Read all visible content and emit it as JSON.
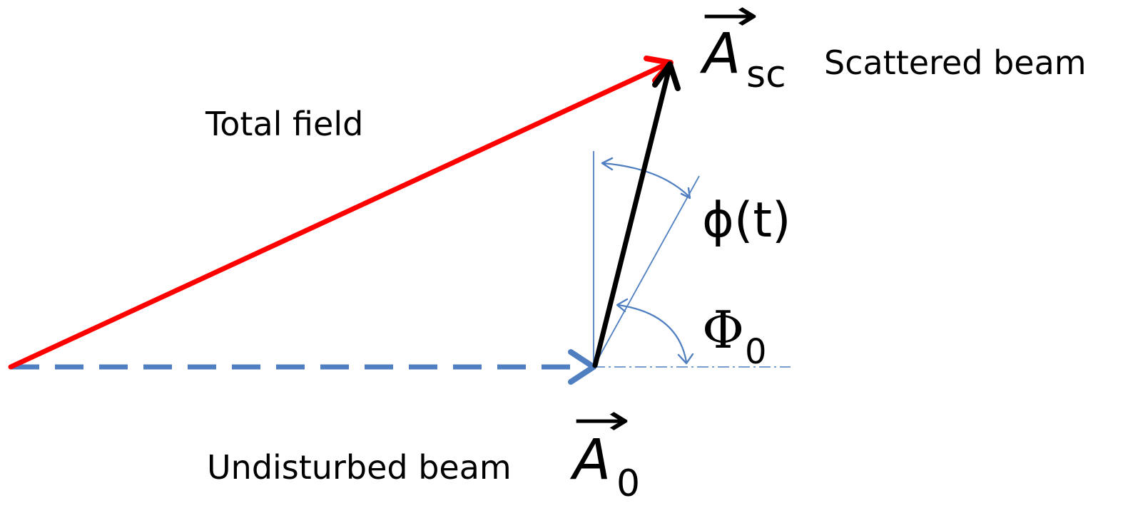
{
  "labels": {
    "total_field": "Total field",
    "scattered_beam": "Scattered beam",
    "undisturbed_beam": "Undisturbed beam",
    "a_symbol": "A",
    "a_sc_subscript": "sc",
    "a_0_subscript": "0",
    "vector_arrow": "→",
    "phi_t": "ϕ(t)",
    "phi0_symbol": "Φ",
    "phi0_subscript": "0"
  },
  "colors": {
    "total_field": "#ff0000",
    "scattered": "#000000",
    "undisturbed": "#4f7fc0",
    "construction": "#4f7fc0"
  }
}
